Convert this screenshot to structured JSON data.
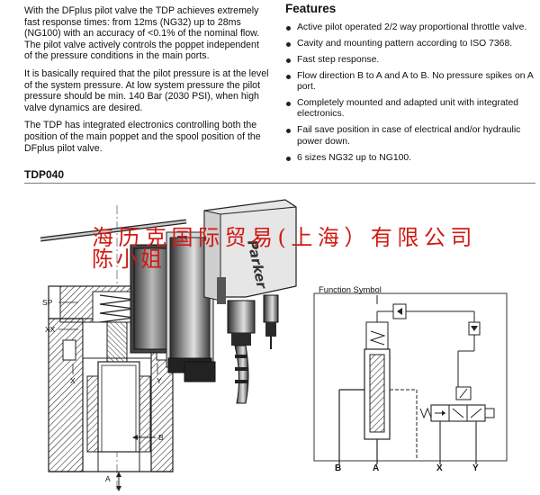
{
  "intro": {
    "paragraphs": [
      "With the DFplus pilot valve the TDP achieves extremely fast response times: from 12ms (NG32) up to 28ms (NG100) with an accuracy of <0.1% of the nominal flow. The pilot valve actively controls the poppet independent of the pressure conditions in the main ports.",
      "It is basically required that the pilot pressure is at the level of the system pressure. At low system pressure the pilot pressure should be min. 140 Bar (2030 PSI), when high valve dynamics are desired.",
      "The TDP has integrated electronics controlling both the position of the main poppet and the spool position of the DFplus pilot valve."
    ]
  },
  "features": {
    "title": "Features",
    "items": [
      "Active pilot operated 2/2 way proportional throttle valve.",
      "Cavity and mounting pattern according to ISO 7368.",
      "Fast step response.",
      "Flow direction B to A and A to B. No pressure spikes on A port.",
      "Completely mounted and adapted unit with integrated electronics.",
      "Fail save position in case of electrical and/or hydraulic power down.",
      "6 sizes NG32 up to NG100."
    ]
  },
  "section": {
    "title": "TDP040"
  },
  "drawing": {
    "labels": {
      "sp": "SP",
      "xx": "XX",
      "x": "X",
      "y": "Y",
      "b": "B",
      "a": "A"
    },
    "logo_text": "Parker"
  },
  "function_symbol": {
    "title": "Function Symbol",
    "ports": [
      "B",
      "A",
      "X",
      "Y"
    ]
  },
  "watermark": {
    "line1": "海历克国际贸易(上海）有限公司",
    "line2": "陈小姐"
  },
  "colors": {
    "watermark": "#d11a14",
    "text": "#111111",
    "drawing_dark": "#2a2a2a"
  }
}
